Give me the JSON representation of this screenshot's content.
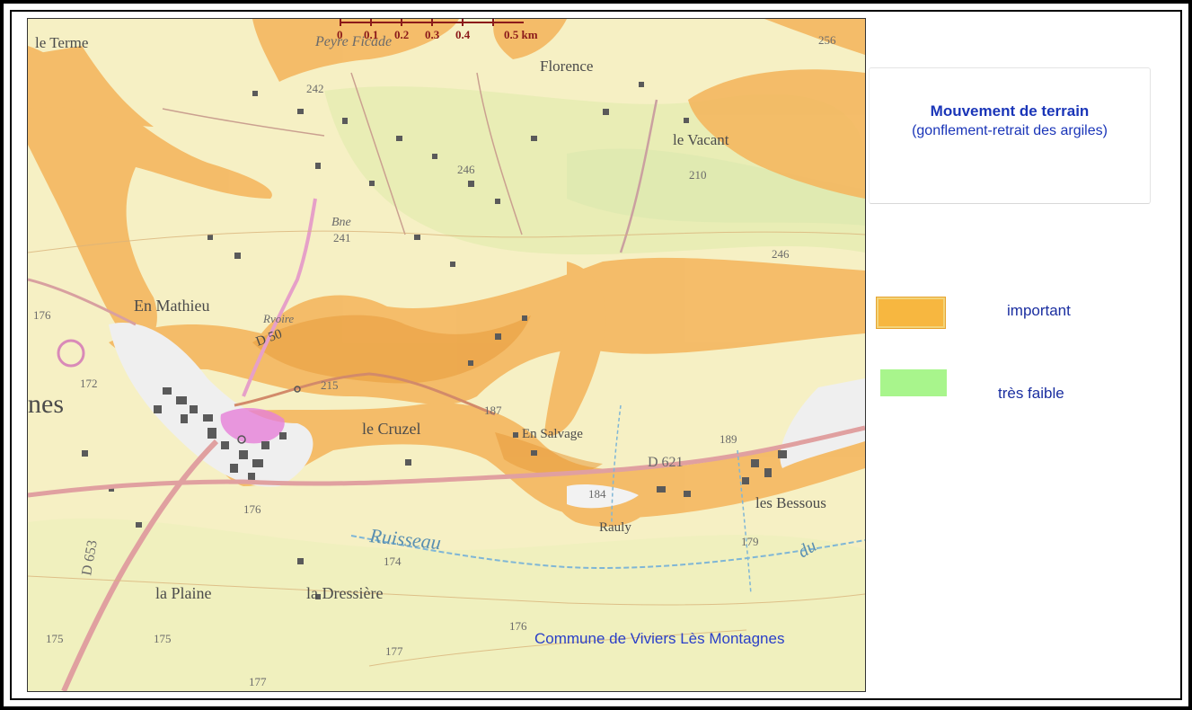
{
  "map": {
    "scale_labels": [
      "0",
      "0.1",
      "0.2",
      "0.3",
      "0.4",
      "0.5 km"
    ],
    "place_names": {
      "le_terme": "le Terme",
      "peyre_ficade": "Peyre Ficade",
      "florence": "Florence",
      "le_vacant": "le Vacant",
      "bne": "Bne",
      "en_mathieu": "En Mathieu",
      "rvoire": "Rvoire",
      "le_cruzel": "le Cruzel",
      "en_salvage": "En Salvage",
      "rauly": "Rauly",
      "les_bessous": "les Bessous",
      "la_plaine": "la Plaine",
      "la_dressiere": "la Dressière",
      "nes": "nes"
    },
    "road_labels": {
      "d50": "D 50",
      "d621": "D 621",
      "d653": "D 653"
    },
    "water_labels": {
      "ruisseau": "Ruisseau",
      "du": "du"
    },
    "elevations": [
      "256",
      "242",
      "246",
      "210",
      "241",
      "246",
      "176",
      "172",
      "215",
      "187",
      "189",
      "184",
      "176",
      "174",
      "179",
      "176",
      "175",
      "175",
      "177",
      "177"
    ],
    "caption": "Commune de Viviers Lès Montagnes"
  },
  "legend": {
    "title": "Mouvement de terrain",
    "subtitle": "(gonflement-retrait des argiles)",
    "items": [
      {
        "label": "important",
        "color": "#f7b740"
      },
      {
        "label": "très faible",
        "color": "#a8f58c"
      }
    ]
  },
  "colors": {
    "base_map": "#f6f0c4",
    "risk_important": "#f7b740",
    "risk_faible": "#a8f58c",
    "legend_text": "#1a35b8"
  }
}
